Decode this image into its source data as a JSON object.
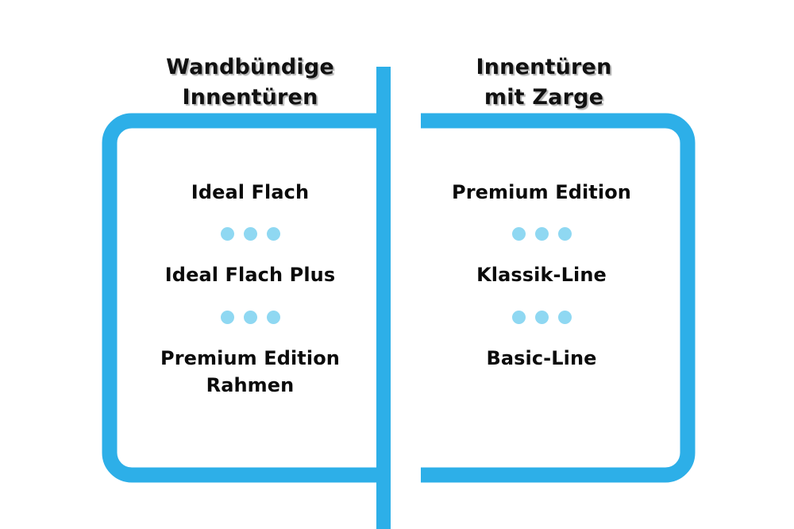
{
  "theme": {
    "background": "#ffffff",
    "accent_blue": "#2DAFE8",
    "dot_blue": "#8FD8F2",
    "text_color": "#111111"
  },
  "columns": [
    {
      "id": "wandbuendige",
      "title": "Wandbündige\nInnentüren",
      "entries": [
        {
          "label": "Ideal Flach"
        },
        {
          "label": "Ideal Flach Plus"
        },
        {
          "label": "Premium Edition\nRahmen"
        }
      ],
      "separators": [
        {
          "name": "dot-separator",
          "dots": 3
        },
        {
          "name": "dot-separator",
          "dots": 3
        }
      ]
    },
    {
      "id": "mit-zarge",
      "title": "Innentüren\nmit Zarge",
      "entries": [
        {
          "label": "Premium Edition"
        },
        {
          "label": "Klassik-Line"
        },
        {
          "label": "Basic-Line"
        }
      ],
      "separators": [
        {
          "name": "dot-separator",
          "dots": 3
        },
        {
          "name": "dot-separator",
          "dots": 3
        }
      ]
    }
  ]
}
